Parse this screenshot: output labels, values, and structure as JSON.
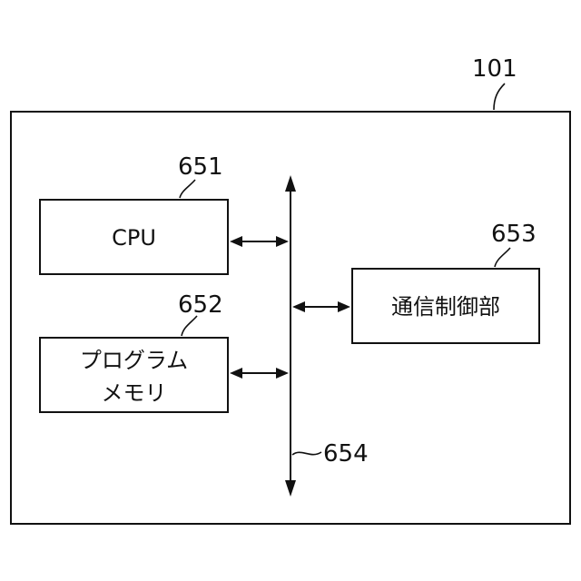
{
  "device": {
    "ref": "101"
  },
  "cpu": {
    "ref": "651",
    "label": "CPU"
  },
  "program_memory": {
    "ref": "652",
    "label_line1": "プログラム",
    "label_line2": "メモリ"
  },
  "comm_control": {
    "ref": "653",
    "label": "通信制御部"
  },
  "bus": {
    "ref": "654"
  },
  "colors": {
    "line": "#111111",
    "background": "#ffffff"
  }
}
